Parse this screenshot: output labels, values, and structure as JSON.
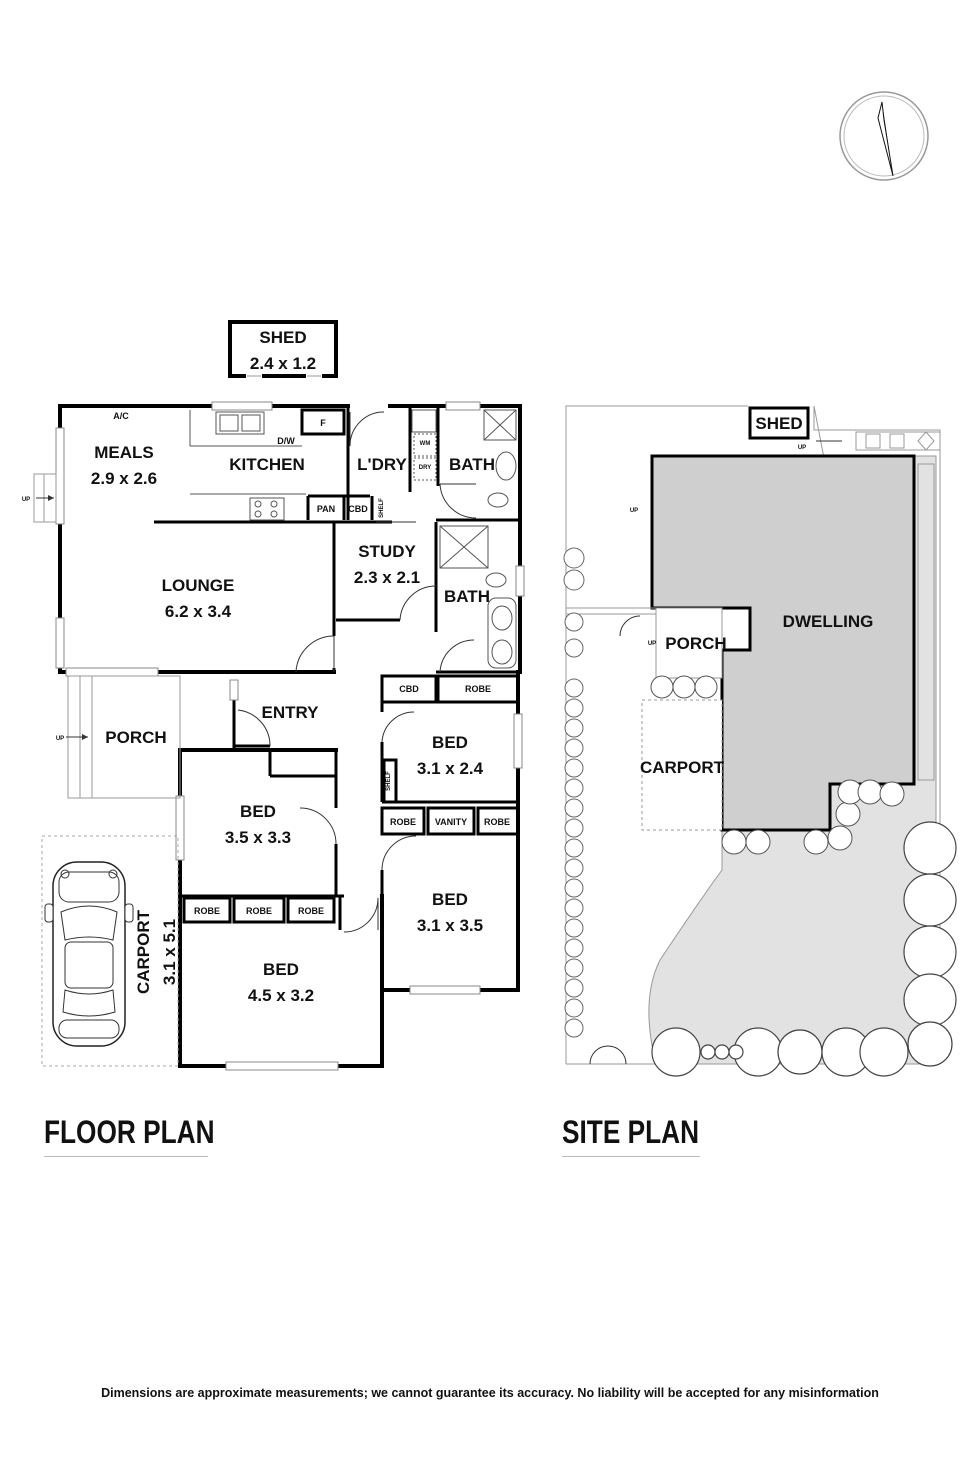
{
  "floor_plan": {
    "title": "FLOOR PLAN",
    "rooms": {
      "shed": {
        "name": "SHED",
        "dims": "2.4 x 1.2"
      },
      "meals": {
        "name": "MEALS",
        "dims": "2.9 x 2.6"
      },
      "kitchen": {
        "name": "KITCHEN"
      },
      "laundry": {
        "name": "L'DRY"
      },
      "bath1": {
        "name": "BATH"
      },
      "study": {
        "name": "STUDY",
        "dims": "2.3 x 2.1"
      },
      "bath2": {
        "name": "BATH"
      },
      "lounge": {
        "name": "LOUNGE",
        "dims": "6.2 x 3.4"
      },
      "entry": {
        "name": "ENTRY"
      },
      "porch": {
        "name": "PORCH"
      },
      "bed1": {
        "name": "BED",
        "dims": "3.1 x 2.4"
      },
      "bed2": {
        "name": "BED",
        "dims": "3.5 x 3.3"
      },
      "bed3": {
        "name": "BED",
        "dims": "3.1 x 3.5"
      },
      "bed4": {
        "name": "BED",
        "dims": "4.5 x 3.2"
      },
      "carport": {
        "name": "CARPORT",
        "dims": "3.1 x 5.1"
      }
    },
    "fixtures": {
      "ac": "A/C",
      "fridge": "F",
      "dishwasher": "D/W",
      "pantry": "PAN",
      "cupboard_kitchen": "CBD",
      "shelf_laundry": "SHELF",
      "washing_machine": "WM",
      "dryer": "DRY",
      "cupboard_hall": "CBD",
      "robe_bed1": "ROBE",
      "shelf_bed1": "SHELF",
      "robe_bed3_a": "ROBE",
      "vanity": "VANITY",
      "robe_bed3_b": "ROBE",
      "robe_bed4_a": "ROBE",
      "robe_bed4_b": "ROBE",
      "robe_bed4_c": "ROBE"
    },
    "steps": {
      "meals_up": "UP",
      "porch_up": "UP"
    }
  },
  "site_plan": {
    "title": "SITE PLAN",
    "labels": {
      "shed": "SHED",
      "dwelling": "DWELLING",
      "porch": "PORCH",
      "carport": "CARPORT",
      "up_shed": "UP",
      "up_side": "UP",
      "up_porch": "UP"
    }
  },
  "compass": {
    "icon": "north-arrow-icon"
  },
  "disclaimer": "Dimensions are approximate measurements; we cannot guarantee its accuracy. No liability will be accepted for any misinformation"
}
